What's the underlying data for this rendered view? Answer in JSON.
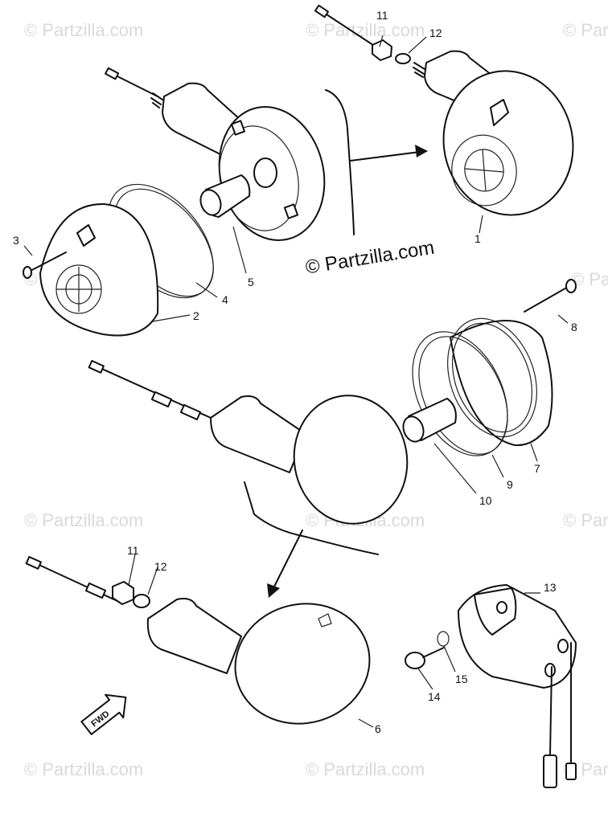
{
  "watermark": {
    "main_text": "© Partzilla.com",
    "tile_text": "© Partzilla.com"
  },
  "direction_badge": "FWD",
  "callouts": {
    "c1": "1",
    "c2": "2",
    "c3": "3",
    "c4": "4",
    "c5": "5",
    "c6": "6",
    "c7": "7",
    "c8": "8",
    "c9": "9",
    "c10": "10",
    "c11a": "11",
    "c12a": "12",
    "c11b": "11",
    "c12b": "12",
    "c13": "13",
    "c14": "14",
    "c15": "15"
  }
}
